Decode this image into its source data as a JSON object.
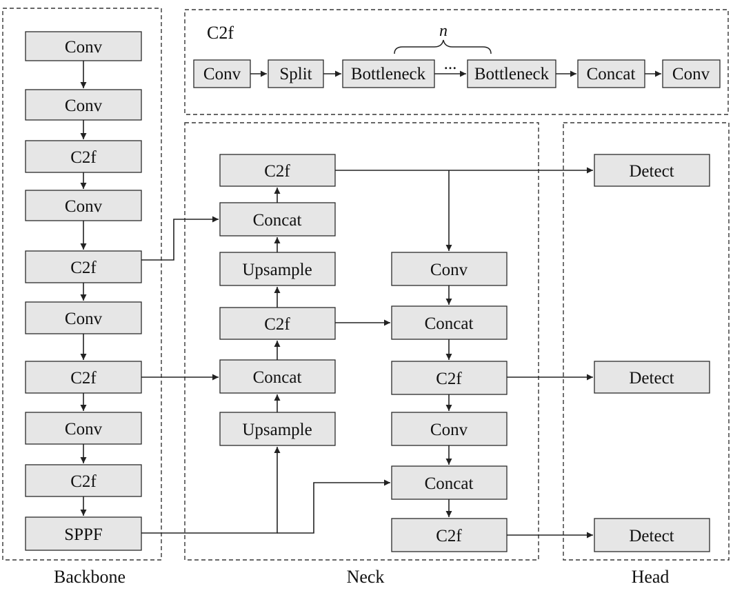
{
  "sections": {
    "backbone": "Backbone",
    "neck": "Neck",
    "head": "Head",
    "c2f_module": "C2f"
  },
  "c2f_detail": {
    "repeat_label": "n",
    "ellipsis": "...",
    "blocks": [
      "Conv",
      "Split",
      "Bottleneck",
      "Bottleneck",
      "Concat",
      "Conv"
    ]
  },
  "backbone": [
    "Conv",
    "Conv",
    "C2f",
    "Conv",
    "C2f",
    "Conv",
    "C2f",
    "Conv",
    "C2f",
    "SPPF"
  ],
  "neck": {
    "up_path": [
      "C2f",
      "Concat",
      "Upsample",
      "C2f",
      "Concat",
      "Upsample"
    ],
    "down_path": [
      "Conv",
      "Concat",
      "C2f",
      "Conv",
      "Concat",
      "C2f"
    ]
  },
  "head": [
    "Detect",
    "Detect",
    "Detect"
  ]
}
